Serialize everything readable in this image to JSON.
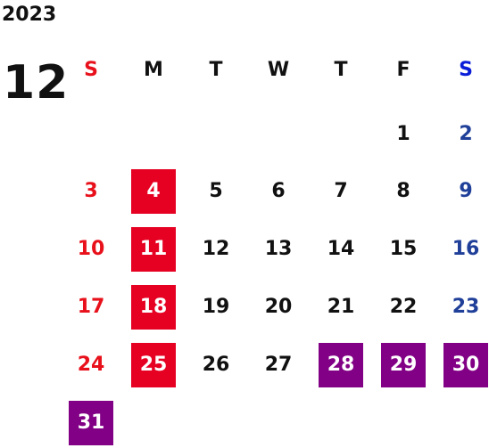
{
  "year": "2023",
  "month": "12",
  "weekdays": [
    "S",
    "M",
    "T",
    "W",
    "T",
    "F",
    "S"
  ],
  "colors": {
    "text": "#111111",
    "sunday": "#e8101a",
    "saturday": "#1f3f99",
    "holiday_bg": "#e60022",
    "special_bg": "#820085",
    "highlight_text": "#ffffff"
  },
  "weeks": [
    [
      null,
      null,
      null,
      null,
      null,
      {
        "day": "1"
      },
      {
        "day": "2"
      }
    ],
    [
      {
        "day": "3"
      },
      {
        "day": "4",
        "mark": "holiday"
      },
      {
        "day": "5"
      },
      {
        "day": "6"
      },
      {
        "day": "7"
      },
      {
        "day": "8"
      },
      {
        "day": "9"
      }
    ],
    [
      {
        "day": "10"
      },
      {
        "day": "11",
        "mark": "holiday"
      },
      {
        "day": "12"
      },
      {
        "day": "13"
      },
      {
        "day": "14"
      },
      {
        "day": "15"
      },
      {
        "day": "16"
      }
    ],
    [
      {
        "day": "17"
      },
      {
        "day": "18",
        "mark": "holiday"
      },
      {
        "day": "19"
      },
      {
        "day": "20"
      },
      {
        "day": "21"
      },
      {
        "day": "22"
      },
      {
        "day": "23"
      }
    ],
    [
      {
        "day": "24"
      },
      {
        "day": "25",
        "mark": "holiday"
      },
      {
        "day": "26"
      },
      {
        "day": "27"
      },
      {
        "day": "28",
        "mark": "special"
      },
      {
        "day": "29",
        "mark": "special"
      },
      {
        "day": "30",
        "mark": "special"
      }
    ],
    [
      {
        "day": "31",
        "mark": "special"
      },
      null,
      null,
      null,
      null,
      null,
      null
    ]
  ]
}
